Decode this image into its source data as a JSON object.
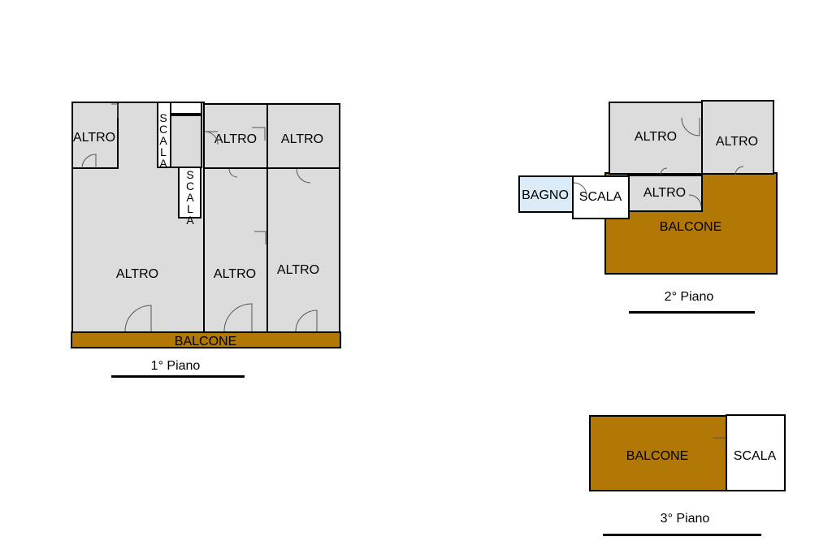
{
  "floor1": {
    "caption": "1° Piano",
    "rooms": {
      "altro_a": "ALTRO",
      "scala_a": "SCALA",
      "scala_b": "SCALA",
      "altro_b": "ALTRO",
      "altro_c": "ALTRO",
      "altro_main": "ALTRO",
      "altro_d": "ALTRO",
      "altro_e": "ALTRO",
      "balcone": "BALCONE"
    }
  },
  "floor2": {
    "caption": "2° Piano",
    "rooms": {
      "altro_a": "ALTRO",
      "altro_b": "ALTRO",
      "bagno": "BAGNO",
      "scala": "SCALA",
      "altro_c": "ALTRO",
      "balcone": "BALCONE"
    }
  },
  "floor3": {
    "caption": "3° Piano",
    "rooms": {
      "balcone": "BALCONE",
      "scala": "SCALA"
    }
  },
  "colors": {
    "room_gray": "#dcdcdc",
    "balcony_brown": "#b27805",
    "bath_blue": "#daeaf7",
    "stair_white": "#ffffff"
  }
}
